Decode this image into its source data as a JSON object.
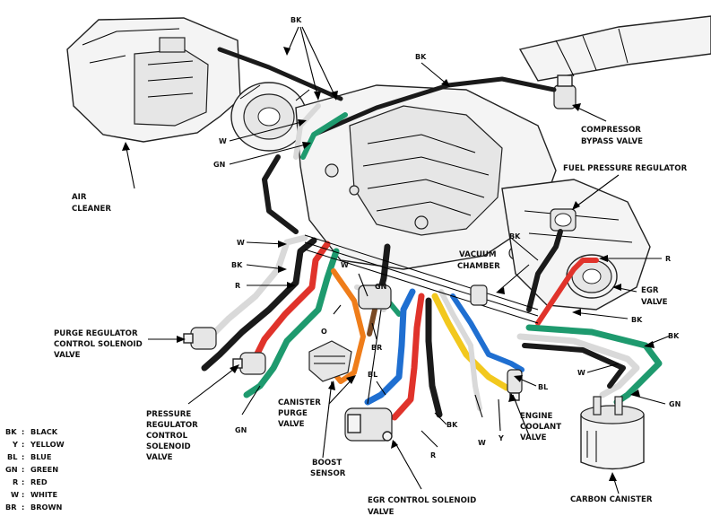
{
  "diagram": {
    "labels": {
      "air_cleaner_1": "AIR",
      "air_cleaner_2": "CLEANER",
      "compressor_1": "COMPRESSOR",
      "compressor_2": "BYPASS VALVE",
      "fuel_pressure": "FUEL PRESSURE REGULATOR",
      "vacuum_1": "VACUUM",
      "vacuum_2": "CHAMBER",
      "egr_valve_1": "EGR",
      "egr_valve_2": "VALVE",
      "purge_reg_1": "PURGE REGULATOR",
      "purge_reg_2": "CONTROL SOLENOID",
      "purge_reg_3": "VALVE",
      "press_reg_1": "PRESSURE",
      "press_reg_2": "REGULATOR",
      "press_reg_3": "CONTROL",
      "press_reg_4": "SOLENOID",
      "press_reg_5": "VALVE",
      "canister_purge_1": "CANISTER",
      "canister_purge_2": "PURGE",
      "canister_purge_3": "VALVE",
      "boost_1": "BOOST",
      "boost_2": "SENSOR",
      "egr_control_1": "EGR CONTROL SOLENOID",
      "egr_control_2": "VALVE",
      "coolant_1": "ENGINE",
      "coolant_2": "COOLANT",
      "coolant_3": "VALVE",
      "carbon_canister": "CARBON CANISTER"
    },
    "codes": {
      "bk_top": "BK",
      "bk_top2": "BK",
      "w_left": "W",
      "gn_left": "GN",
      "w_mid": "W",
      "bk_mid": "BK",
      "r_mid": "R",
      "o_mid": "O",
      "w_mid2": "W",
      "gn_mid": "GN",
      "br_mid": "BR",
      "gn_low": "GN",
      "bl_low": "BL",
      "r_low": "R",
      "bk_low": "BK",
      "w_low": "W",
      "y_low": "Y",
      "bl_right": "BL",
      "bk_fp": "BK",
      "r_fp": "R",
      "bk_egr": "BK",
      "bk_can": "BK",
      "w_can": "W",
      "gn_can": "GN"
    },
    "legend": [
      {
        "code": "BK",
        "sep": ":",
        "name": "BLACK"
      },
      {
        "code": "Y",
        "sep": ":",
        "name": "YELLOW"
      },
      {
        "code": "BL",
        "sep": ":",
        "name": "BLUE"
      },
      {
        "code": "GN",
        "sep": ":",
        "name": "GREEN"
      },
      {
        "code": "R",
        "sep": ":",
        "name": "RED"
      },
      {
        "code": "W",
        "sep": ":",
        "name": "WHITE"
      },
      {
        "code": "BR",
        "sep": ":",
        "name": "BROWN"
      }
    ],
    "hose_colors": {
      "black": "#1a1a1a",
      "white": "#d9d9d9",
      "red": "#e0332b",
      "green": "#1e9a6e",
      "blue": "#1f6fd1",
      "yellow": "#f2c81e",
      "orange": "#ef7d1a",
      "brown": "#7a4a24"
    }
  }
}
